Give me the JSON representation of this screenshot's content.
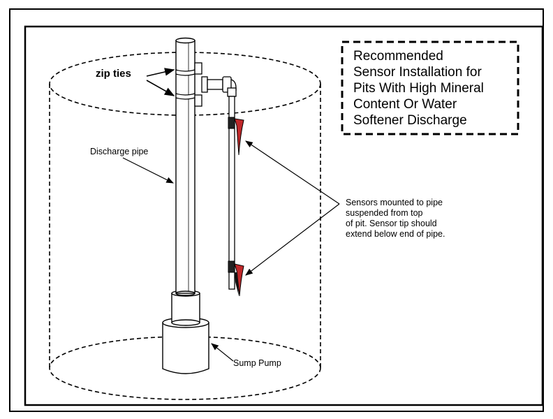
{
  "title": {
    "lines": [
      "Recommended",
      "Sensor Installation for",
      "Pits With High Mineral",
      "Content Or Water",
      "Softener Discharge"
    ]
  },
  "labels": {
    "zip_ties": "zip ties",
    "discharge_pipe": "Discharge pipe",
    "sump_pump": "Sump Pump",
    "sensor_note": [
      "Sensors mounted to pipe",
      "suspended from top",
      "of pit.  Sensor tip should",
      "extend below end of pipe."
    ]
  },
  "colors": {
    "line": "#000000",
    "sensor_fill": "#c0282a",
    "background": "#ffffff"
  }
}
